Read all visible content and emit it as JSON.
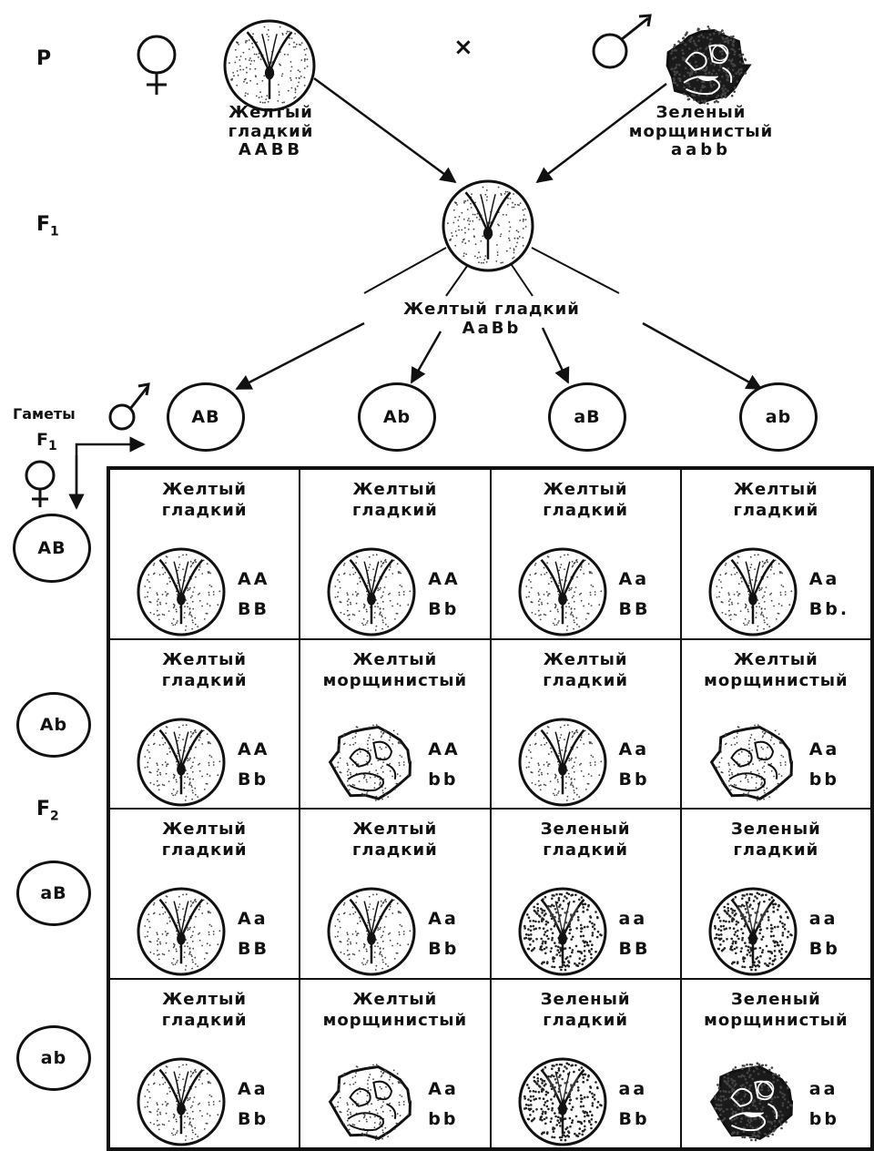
{
  "generations": {
    "p": "P",
    "f1": "F",
    "f1_sub": "1",
    "f2": "F",
    "f2_sub": "2"
  },
  "symbols": {
    "cross": "×"
  },
  "parents": {
    "female": {
      "phenotype_line1": "Желтый",
      "phenotype_line2": "гладкий",
      "genotype": "AABB",
      "seed": "yellow-smooth"
    },
    "male": {
      "phenotype_line1": "Зеленый",
      "phenotype_line2": "морщинистый",
      "genotype": "aabb",
      "seed": "green-wrinkled"
    }
  },
  "f1": {
    "phenotype": "Желтый гладкий",
    "genotype": "AaBb",
    "seed": "yellow-smooth"
  },
  "gametes": {
    "label": "Гаметы",
    "label_f1": "F",
    "label_f1_sub": "1",
    "male": [
      "AB",
      "Ab",
      "aB",
      "ab"
    ],
    "female": [
      "AB",
      "Ab",
      "aB",
      "ab"
    ]
  },
  "punnett": {
    "rows": [
      [
        {
          "title": [
            "Желтый",
            "гладкий"
          ],
          "g1": "AA",
          "g2": "BB",
          "seed": "yellow-smooth"
        },
        {
          "title": [
            "Желтый",
            "гладкий"
          ],
          "g1": "AA",
          "g2": "Bb",
          "seed": "yellow-smooth"
        },
        {
          "title": [
            "Желтый",
            "гладкий"
          ],
          "g1": "Aa",
          "g2": "BB",
          "seed": "yellow-smooth"
        },
        {
          "title": [
            "Желтый",
            "гладкий"
          ],
          "g1": "Aa",
          "g2": "Bb.",
          "seed": "yellow-smooth"
        }
      ],
      [
        {
          "title": [
            "Желтый",
            "гладкий"
          ],
          "g1": "AA",
          "g2": "Bb",
          "seed": "yellow-smooth"
        },
        {
          "title": [
            "Желтый",
            "морщинистый"
          ],
          "g1": "AA",
          "g2": "bb",
          "seed": "yellow-wrinkled"
        },
        {
          "title": [
            "Желтый",
            "гладкий"
          ],
          "g1": "Aa",
          "g2": "Bb",
          "seed": "yellow-smooth"
        },
        {
          "title": [
            "Желтый",
            "морщинистый"
          ],
          "g1": "Aa",
          "g2": "bb",
          "seed": "yellow-wrinkled"
        }
      ],
      [
        {
          "title": [
            "Желтый",
            "гладкий"
          ],
          "g1": "Aa",
          "g2": "BB",
          "seed": "yellow-smooth"
        },
        {
          "title": [
            "Желтый",
            "гладкий"
          ],
          "g1": "Aa",
          "g2": "Bb",
          "seed": "yellow-smooth"
        },
        {
          "title": [
            "Зеленый",
            "гладкий"
          ],
          "g1": "aa",
          "g2": "BB",
          "seed": "green-smooth"
        },
        {
          "title": [
            "Зеленый",
            "гладкий"
          ],
          "g1": "aa",
          "g2": "Bb",
          "seed": "green-smooth"
        }
      ],
      [
        {
          "title": [
            "Желтый",
            "гладкий"
          ],
          "g1": "Aa",
          "g2": "Bb",
          "seed": "yellow-smooth"
        },
        {
          "title": [
            "Желтый",
            "морщинистый"
          ],
          "g1": "Aa",
          "g2": "bb",
          "seed": "yellow-wrinkled"
        },
        {
          "title": [
            "Зеленый",
            "гладкий"
          ],
          "g1": "aa",
          "g2": "Bb",
          "seed": "green-smooth"
        },
        {
          "title": [
            "Зеленый",
            "морщинистый"
          ],
          "g1": "aa",
          "g2": "bb",
          "seed": "green-wrinkled"
        }
      ]
    ]
  }
}
